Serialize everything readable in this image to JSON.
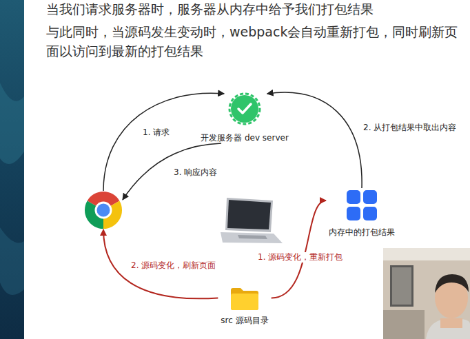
{
  "diagram": {
    "nodes": [
      {
        "text": [
          "开发服务器 dev server"
        ]
      },
      {
        "text": []
      },
      {
        "text": [
          "内存中的打包结果"
        ]
      },
      {
        "text": [
          "src 源码目录"
        ]
      }
    ],
    "edges": [
      {
        "from": 1,
        "to": 0,
        "arrow": "to",
        "label": "1. 请求"
      },
      {
        "from": 2,
        "to": 0,
        "arrow": "to",
        "label": "2. 从打包结果中取出内容"
      },
      {
        "from": 0,
        "to": 1,
        "arrow": "to",
        "label": "3. 响应内容"
      },
      {
        "from": 3,
        "to": 2,
        "arrow": "to",
        "label": "1. 源码变化，重新打包"
      },
      {
        "from": 3,
        "to": 1,
        "arrow": "to",
        "label": "2. 源码变化，刷新页面"
      }
    ],
    "labels": [
      "当我们请求服务器时，服务器从内存中给予我们打包结果",
      "与此同时，当源码发生变动时，webpack会自动重新打包，同时刷新页面以访问到最新的打包结果"
    ]
  }
}
